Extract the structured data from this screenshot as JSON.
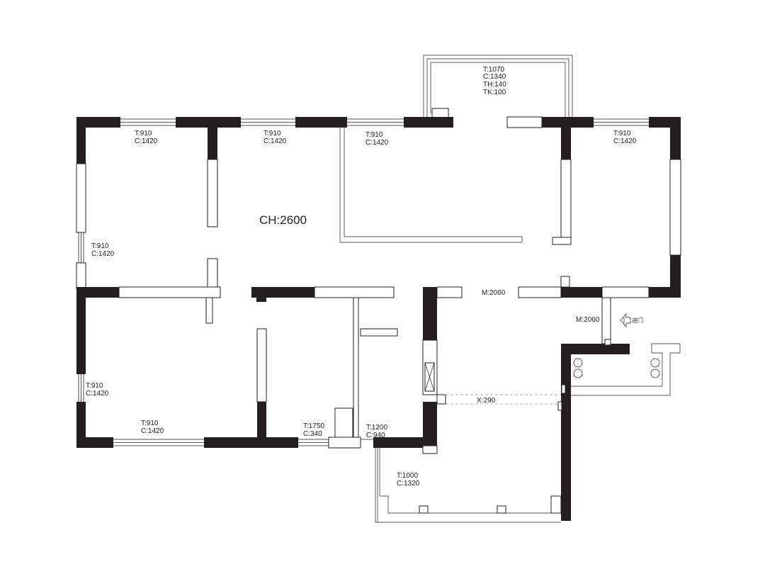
{
  "ceiling_height": "CH:2600",
  "balcony_window": {
    "t": "T:1070",
    "c": "C:1340",
    "th": "TH:140",
    "tk": "TK:100"
  },
  "windows": [
    {
      "t": "T:910",
      "c": "C:1420"
    },
    {
      "t": "T:910",
      "c": "C:1420"
    },
    {
      "t": "T:910",
      "c": "C:1420"
    },
    {
      "t": "T:910",
      "c": "C:1420"
    },
    {
      "t": "T:910",
      "c": "C:1420"
    },
    {
      "t": "T:910",
      "c": "C:1420"
    },
    {
      "t": "T:910",
      "c": "C:1420"
    },
    {
      "t": "T:1750",
      "c": "C:340"
    },
    {
      "t": "T:1200",
      "c": "C:940"
    },
    {
      "t": "T:1000",
      "c": "C:1320"
    }
  ],
  "doors": [
    {
      "label": "M:2060"
    },
    {
      "label": "M:2060"
    }
  ],
  "entrance_label": "进门",
  "dimension_x": "X:290"
}
